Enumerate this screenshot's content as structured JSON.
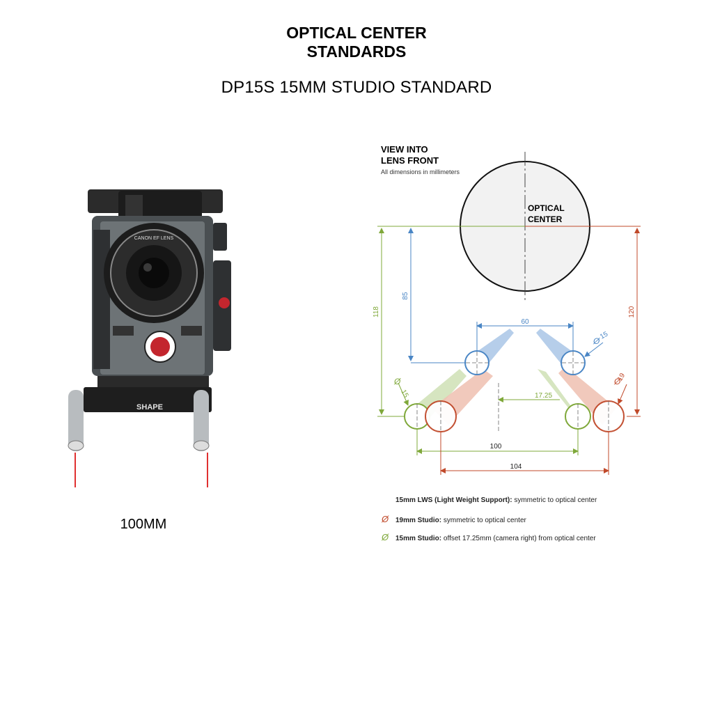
{
  "header": {
    "title_line1": "OPTICAL CENTER",
    "title_line2": "STANDARDS",
    "subtitle": "DP15S 15MM STUDIO STANDARD"
  },
  "camera": {
    "lens_text": "CANON EF LENS",
    "brand_text": "SHAPE",
    "rod_spacing_label": "100MM"
  },
  "diagram": {
    "view_title_line1": "VIEW INTO",
    "view_title_line2": "LENS FRONT",
    "dims_note": "All dimensions in millimeters",
    "optical_center_line1": "OPTICAL",
    "optical_center_line2": "CENTER",
    "dim_85": "85",
    "dim_118": "118",
    "dim_120": "120",
    "dim_60": "60",
    "dim_d15_blue": "15",
    "dim_d15_green": "15",
    "dim_d19": "19",
    "dim_17_25": "17.25",
    "dim_100": "100",
    "dim_104": "104",
    "colors": {
      "blue": "#4a86c5",
      "green": "#7fa83a",
      "red": "#c0492a"
    }
  },
  "legend": {
    "lws_bold": "15mm LWS (Light Weight Support):",
    "lws_text": " symmetric to optical center",
    "studio19_symbol": "Ø",
    "studio19_bold": "19mm Studio:",
    "studio19_text": " symmetric to optical center",
    "studio15_symbol": "Ø",
    "studio15_bold": "15mm Studio:",
    "studio15_text": " offset 17.25mm (camera right) from optical center"
  }
}
